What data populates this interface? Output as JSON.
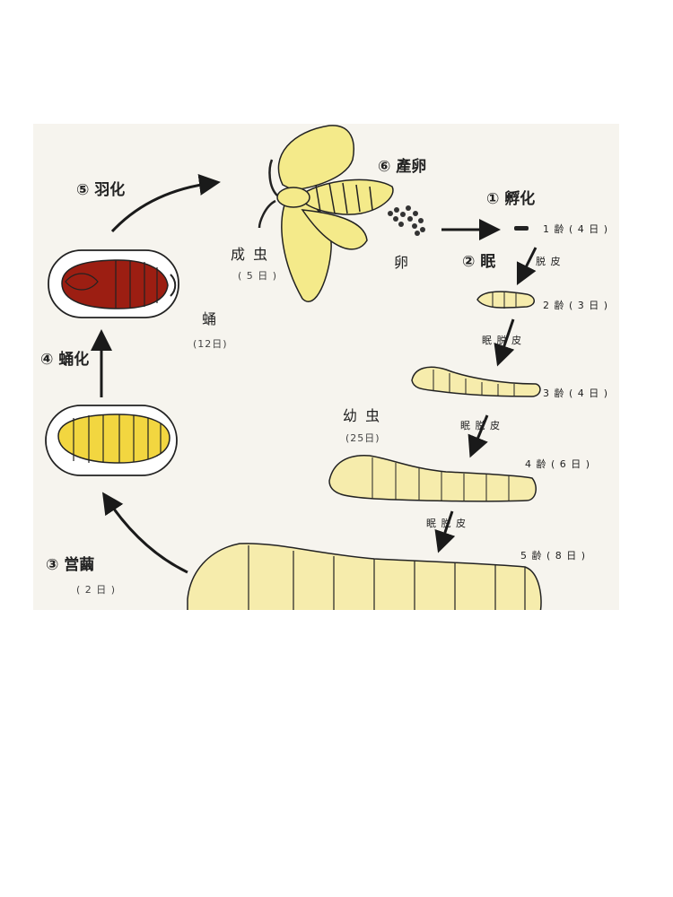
{
  "steps": {
    "s1": "① 孵化",
    "s2": "② 眠",
    "s3": "③ 営繭",
    "s4": "④ 蛹化",
    "s5": "⑤ 羽化",
    "s6": "⑥ 產卵"
  },
  "stages": {
    "adult": {
      "name": "成 虫",
      "days": "( 5 日 )"
    },
    "egg": {
      "name": "卵"
    },
    "pupa": {
      "name": "蛹",
      "days": "(12日)"
    },
    "larva": {
      "name": "幼 虫",
      "days": "(25日)"
    },
    "cocoon": {
      "days": "( 2 日 )"
    }
  },
  "instars": [
    "1 齢 ( 4 日 )",
    "2 齢 ( 3 日 )",
    "3 齢 ( 4 日 )",
    "4 齢 ( 6 日 )",
    "5 齢 ( 8 日 )"
  ],
  "molts": {
    "m1": "脱 皮",
    "m2": "眠 脱 皮",
    "m3": "眠 脱 皮",
    "m4": "眠 脱 皮"
  },
  "colors": {
    "larva": "#f6ecac",
    "pupa": "#f2d640",
    "pupa_dark": "#9c1e12",
    "moth": "#f4ea8a",
    "background": "#f6f4ee"
  }
}
